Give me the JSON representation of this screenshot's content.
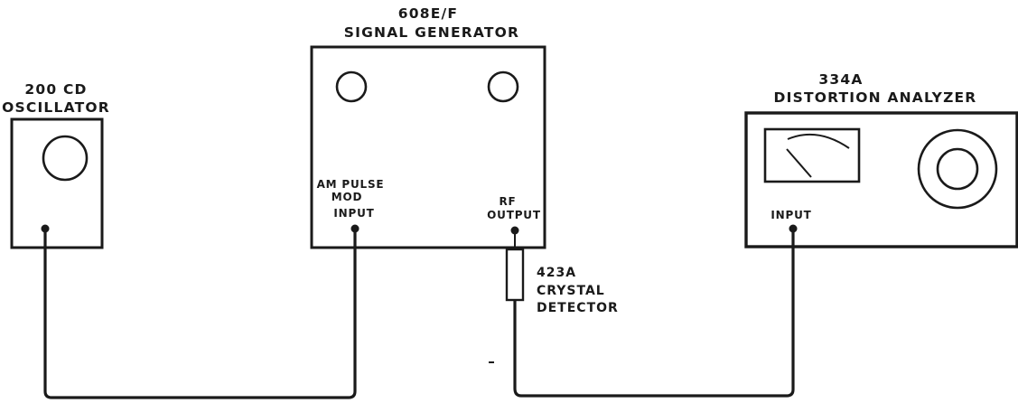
{
  "oscillator": {
    "model": "200 CD",
    "name": "OSCILLATOR"
  },
  "signal_generator": {
    "model": "608E/F",
    "name": "SIGNAL GENERATOR",
    "am_input_label": [
      "AM PULSE",
      "MOD",
      "INPUT"
    ],
    "rf_output_label": [
      "RF",
      "OUTPUT"
    ]
  },
  "detector": {
    "model": "423A",
    "name": [
      "CRYSTAL",
      "DETECTOR"
    ]
  },
  "distortion_analyzer": {
    "model": "334A",
    "name": "DISTORTION  ANALYZER",
    "input_label": "INPUT"
  },
  "colors": {
    "ink": "#1a1a1a",
    "paper": "#ffffff"
  }
}
